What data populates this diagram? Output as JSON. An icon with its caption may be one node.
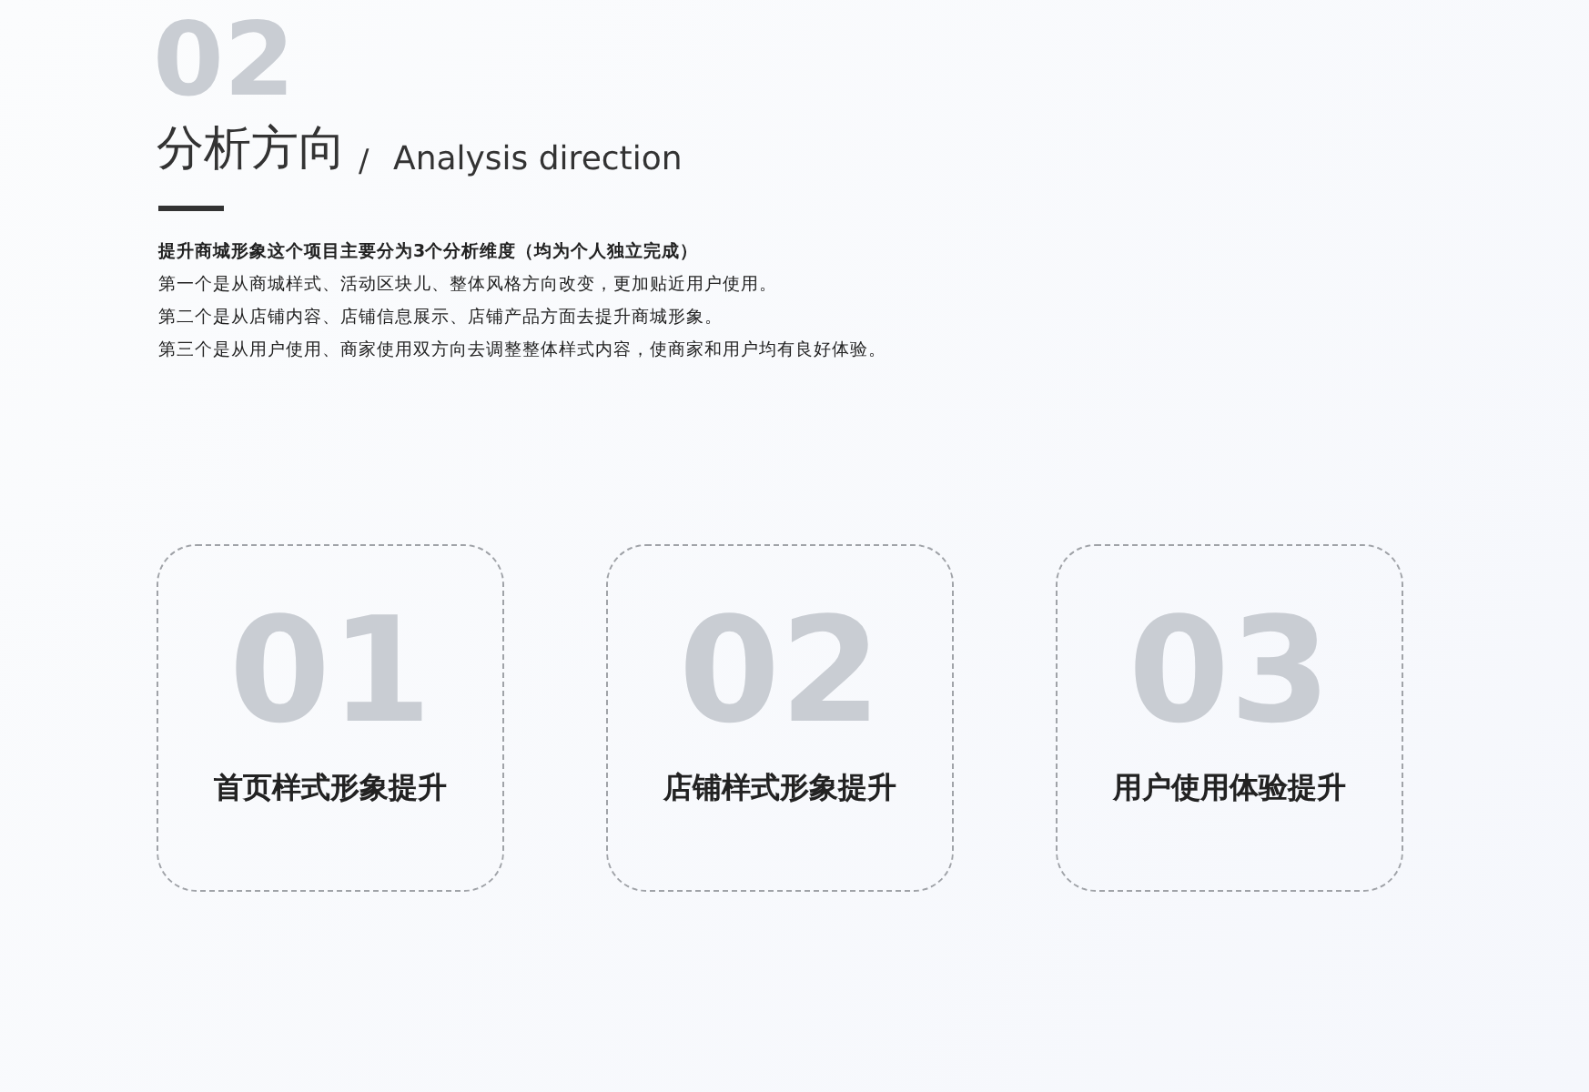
{
  "diagram": {
    "title": "分析方向",
    "nodes": [
      {
        "text": [
          "01",
          "首页样式形象提升"
        ]
      },
      {
        "text": [
          "02",
          "店铺样式形象提升"
        ]
      },
      {
        "text": [
          "03",
          "用户使用体验提升"
        ]
      }
    ],
    "labels": [
      "02",
      "/",
      "Analysis direction",
      "提升商城形象这个项目主要分为3个分析维度（均为个人独立完成）",
      "第一个是从商城样式、活动区块儿、整体风格方向改变，更加贴近用户使用。",
      "第二个是从店铺内容、店铺信息展示、店铺产品方面去提升商城形象。",
      "第三个是从用户使用、商家使用双方向去调整整体样式内容，使商家和用户均有良好体验。"
    ]
  }
}
